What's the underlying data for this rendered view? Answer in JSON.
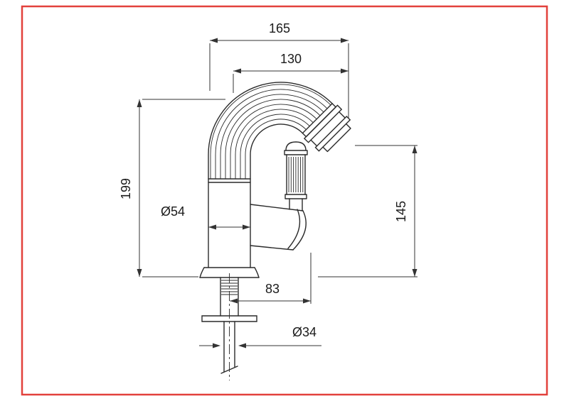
{
  "window": {
    "background": "#ffffff",
    "frame_color": "#e2413c"
  },
  "drawing": {
    "type": "technical-drawing",
    "subject": "single-lever bidet mixer tap, side elevation with dimensions",
    "line_color": "#2a2a2a",
    "dimensions": {
      "overall_width": {
        "label": "165",
        "value": 165,
        "kind": "linear-horizontal"
      },
      "spout_reach": {
        "label": "130",
        "value": 130,
        "kind": "linear-horizontal"
      },
      "overall_height": {
        "label": "199",
        "value": 199,
        "kind": "linear-vertical"
      },
      "spout_height": {
        "label": "145",
        "value": 145,
        "kind": "linear-vertical"
      },
      "body_diameter": {
        "label": "Ø54",
        "value": 54,
        "kind": "diameter"
      },
      "handle_projection": {
        "label": "83",
        "value": 83,
        "kind": "linear-horizontal"
      },
      "shank_diameter": {
        "label": "Ø34",
        "value": 34,
        "kind": "diameter"
      }
    }
  }
}
